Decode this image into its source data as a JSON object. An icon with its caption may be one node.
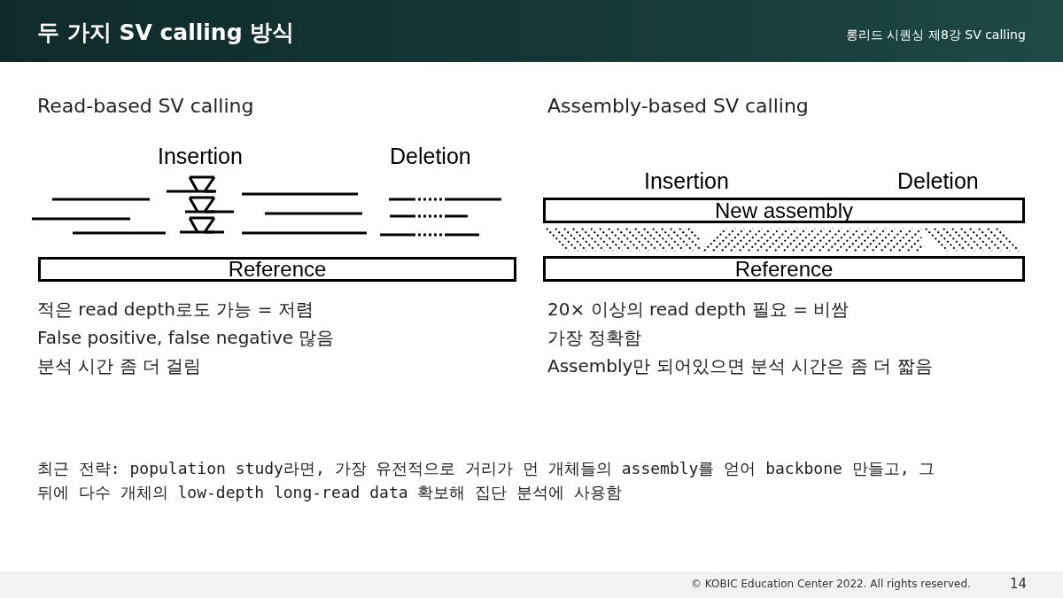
{
  "diagram": {
    "title": "두 가지 SV calling 방식",
    "nodes": [
      {
        "text": [
          "Reference"
        ]
      },
      {
        "text": [
          "New assembly"
        ]
      },
      {
        "text": [
          "Reference"
        ]
      }
    ],
    "edges": [],
    "labels": [
      "롱리드 시퀀싱 제8강 SV calling",
      "Read-based SV calling",
      "Assembly-based SV calling",
      "Insertion",
      "Deletion",
      "Insertion",
      "Deletion",
      "적은 read depth로도 가능 = 저렴",
      "False positive, false negative 많음",
      "분석 시간 좀 더 걸림",
      "20× 이상의 read depth 필요 = 비쌈",
      "가장 정확함",
      "Assembly만 되어있으면 분석 시간은 좀 더 짧음",
      "최근 전략: population study라면, 가장 유전적으로 거리가 먼 개체들의 assembly를 얻어 backbone 만들고, 그 뒤에 다수 개체의 low-depth long-read data 확보해 집단 분석에 사용함",
      "© KOBIC Education Center 2022. All rights reserved.",
      "14"
    ]
  }
}
